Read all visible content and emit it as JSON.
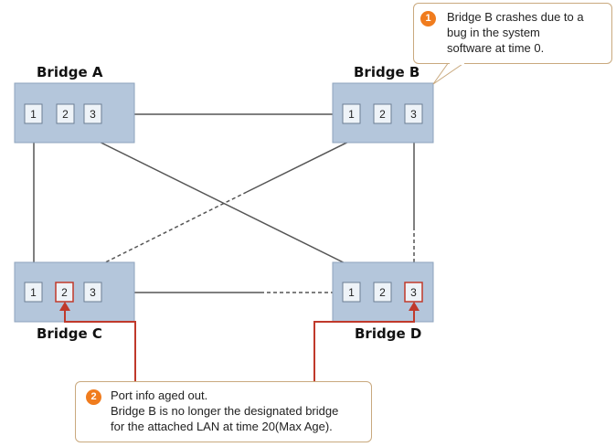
{
  "bridges": {
    "a": {
      "label": "Bridge A",
      "ports": [
        "1",
        "2",
        "3"
      ]
    },
    "b": {
      "label": "Bridge B",
      "ports": [
        "1",
        "2",
        "3"
      ]
    },
    "c": {
      "label": "Bridge C",
      "ports": [
        "1",
        "2",
        "3"
      ]
    },
    "d": {
      "label": "Bridge D",
      "ports": [
        "1",
        "2",
        "3"
      ]
    }
  },
  "callout1": {
    "badge": "1",
    "lines": [
      "Bridge B crashes due to a",
      "bug in the system",
      "software at time 0."
    ]
  },
  "callout2": {
    "badge": "2",
    "lines": [
      "Port info aged out.",
      "Bridge B is no longer the designated bridge",
      "for the attached LAN at time 20(Max Age)."
    ]
  },
  "colors": {
    "bridge_fill": "#b4c6db",
    "bridge_stroke": "#8ea3bd",
    "port_fill": "#eef3f8",
    "highlight": "#c0392b",
    "link": "#555555",
    "badge": "#f07c1e",
    "callout_border": "#c9a97e"
  }
}
